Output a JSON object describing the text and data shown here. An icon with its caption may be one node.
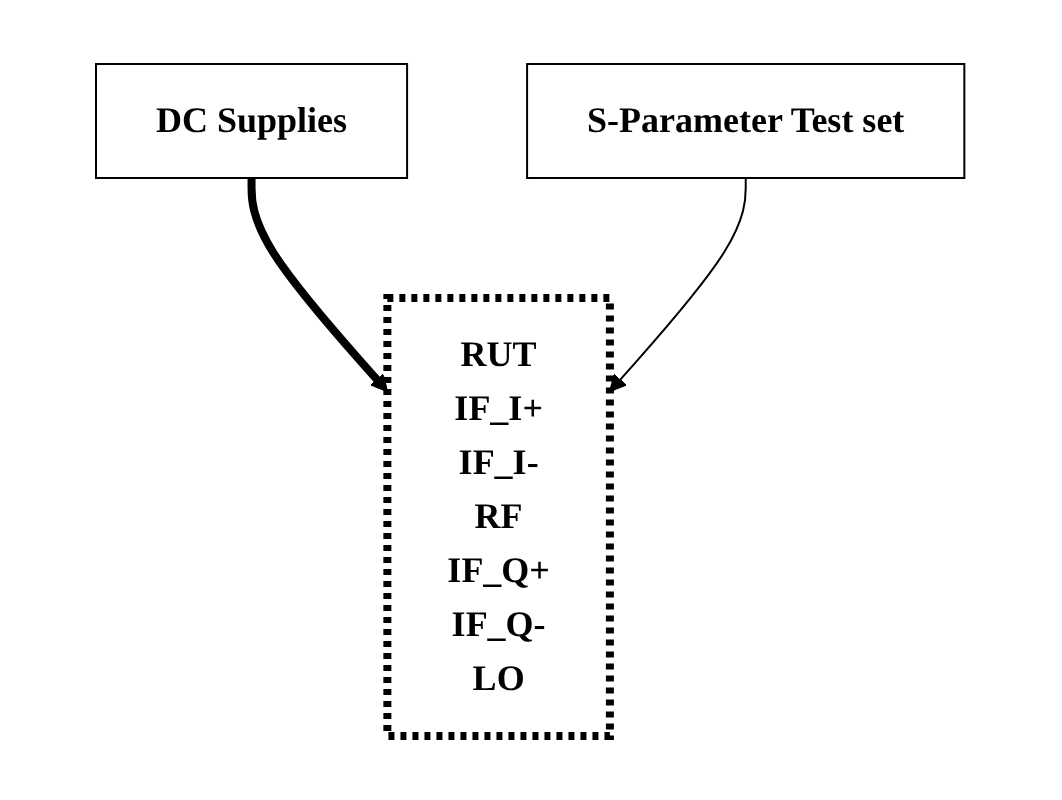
{
  "diagram": {
    "nodes": [
      {
        "text": [
          "DC Supplies"
        ]
      },
      {
        "text": [
          "S-Parameter Test set"
        ]
      },
      {
        "text": [
          "RUT",
          "IF_I+",
          "IF_I-",
          "RF",
          "IF_Q+",
          "IF_Q-",
          "LO"
        ]
      }
    ],
    "edges": [
      {
        "from": 0,
        "to": 2,
        "arrow": "to",
        "style": "thick"
      },
      {
        "from": 1,
        "to": 2,
        "arrow": "to"
      }
    ]
  }
}
